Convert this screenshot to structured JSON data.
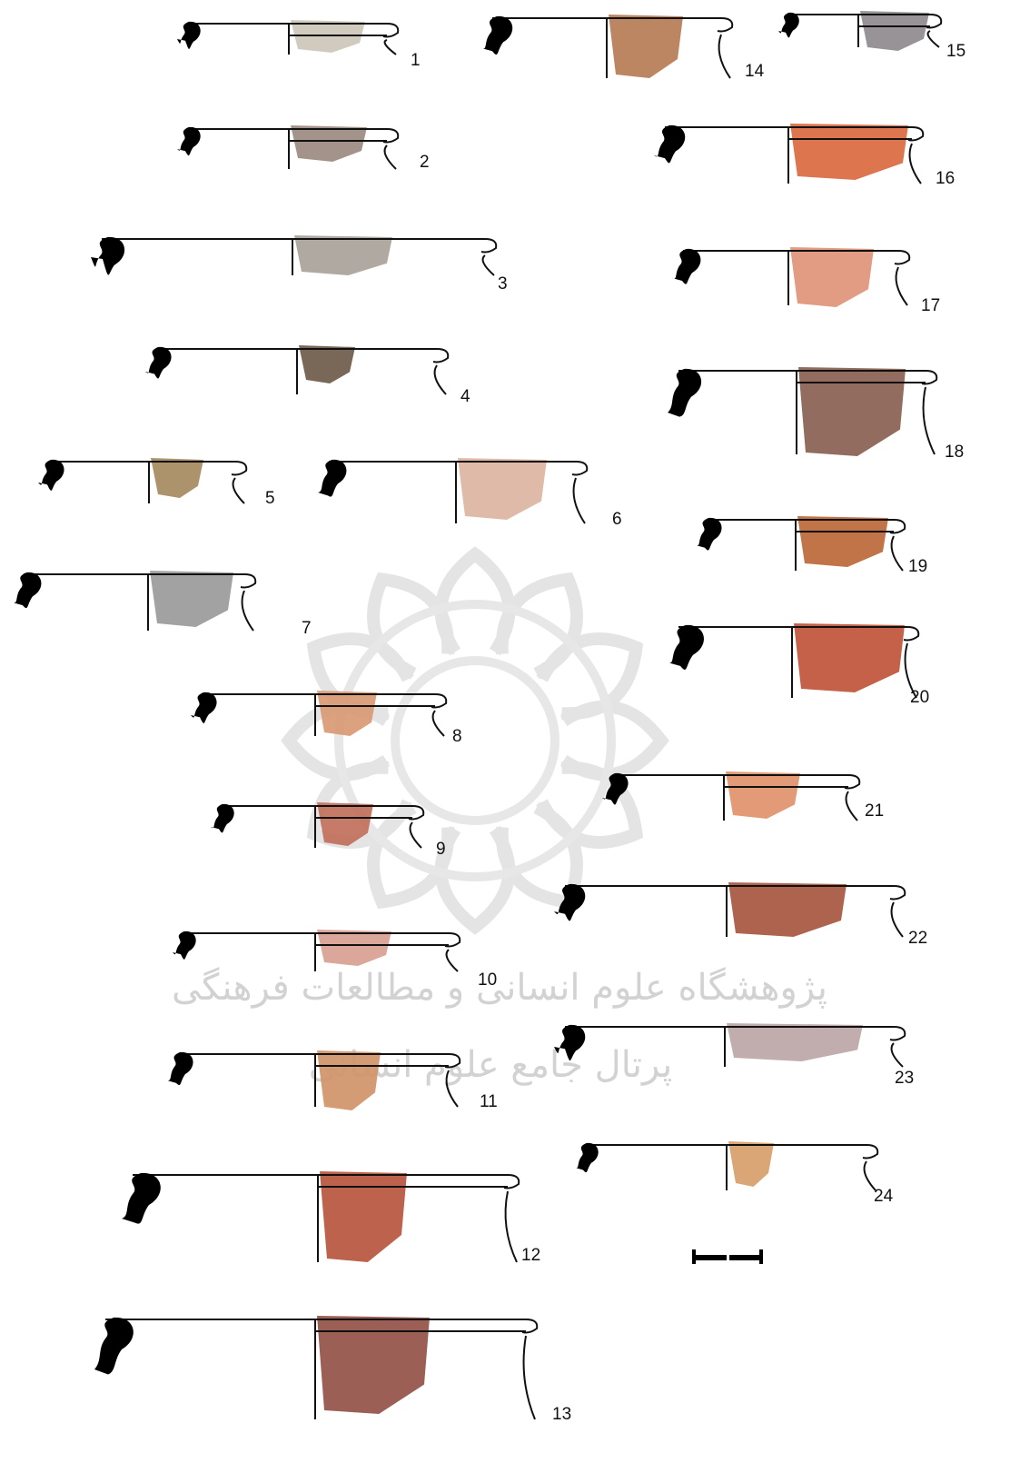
{
  "figure": {
    "background": "#ffffff",
    "profile_color": "#000000",
    "line_color": "#111111",
    "vessel_numbers": [
      "1",
      "2",
      "3",
      "4",
      "5",
      "6",
      "7",
      "8",
      "9",
      "10",
      "11",
      "12",
      "13",
      "14",
      "15",
      "16",
      "17",
      "18",
      "19",
      "20",
      "21",
      "22",
      "23",
      "24"
    ]
  },
  "watermark": {
    "color": "#d9d9d9",
    "line1": "پژوهشگاه علوم انسانی و مطالعات فرهنگی",
    "line2": "پرتال جامع علوم انسانی"
  },
  "scale_bar": {
    "icon": "scale-bar-icon"
  }
}
